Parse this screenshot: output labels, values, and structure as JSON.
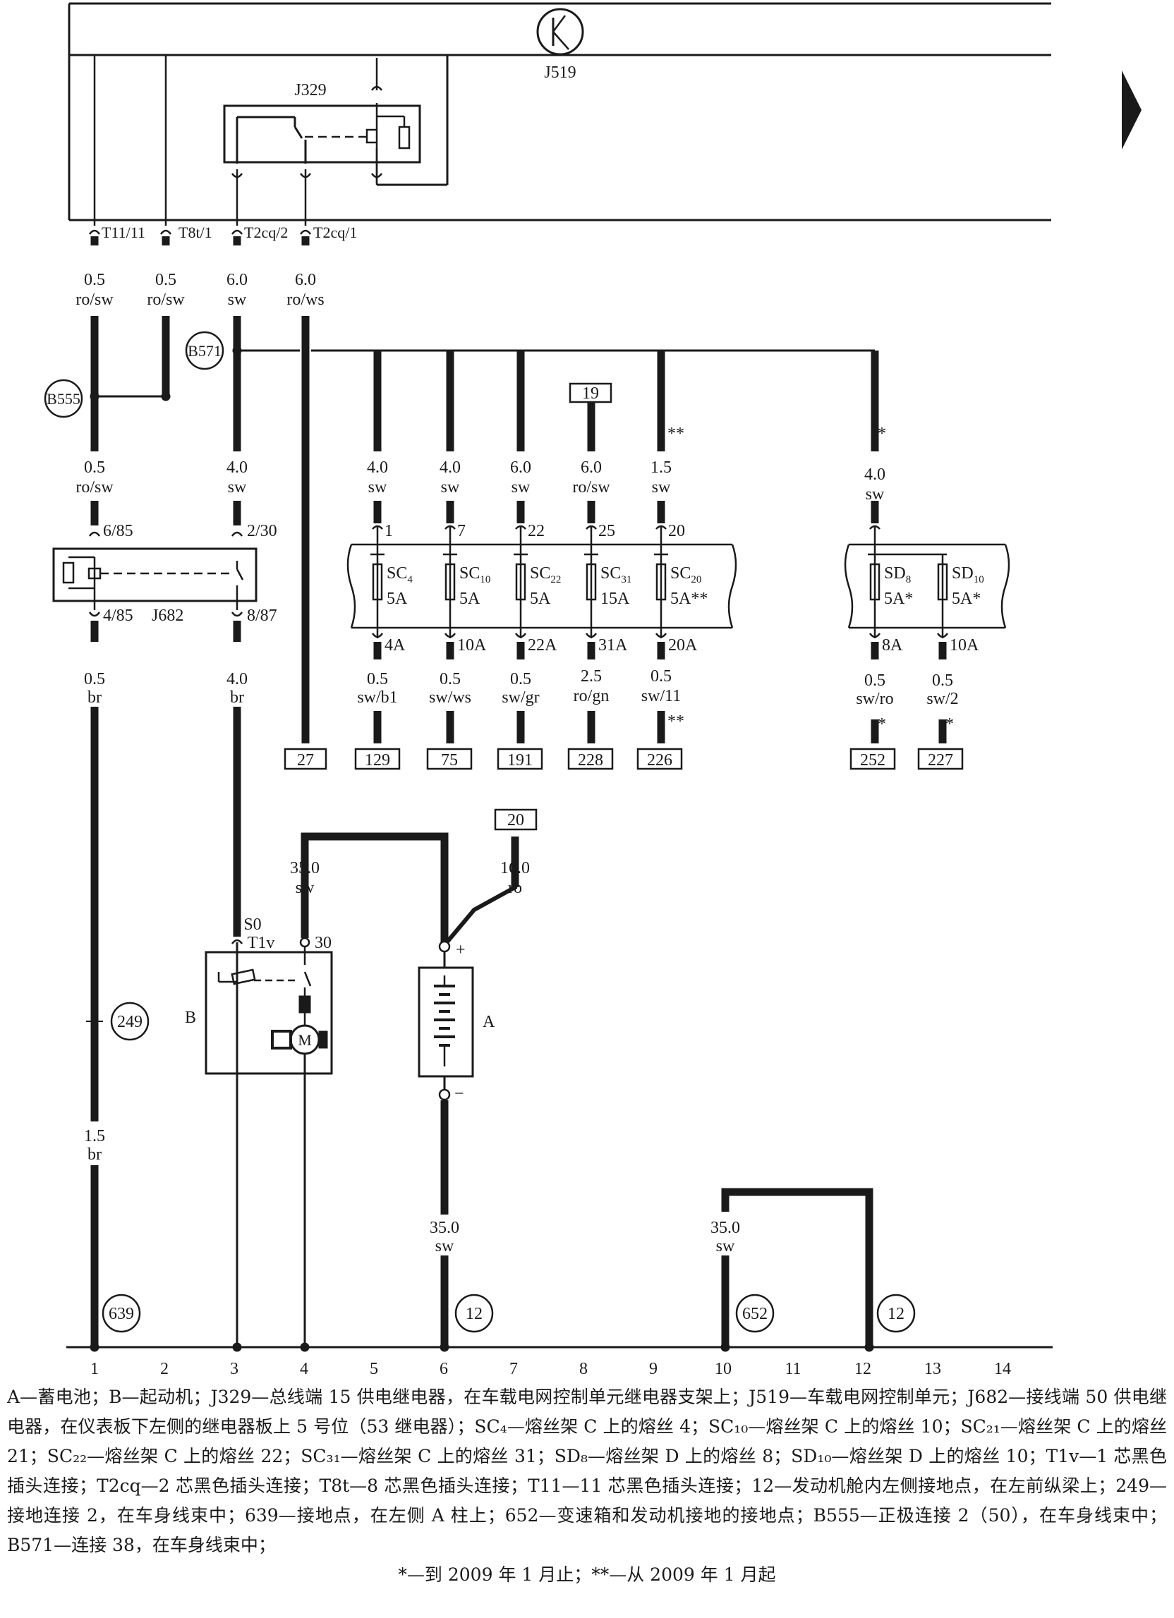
{
  "components": {
    "J519": "J519",
    "J329": "J329",
    "J682": "J682",
    "B": "B",
    "A": "A",
    "M": "M",
    "B571": "B571",
    "B555": "B555"
  },
  "pins": {
    "T11_11": "T11/11",
    "T8t_1": "T8t/1",
    "T2cq_2": "T2cq/2",
    "T2cq_1": "T2cq/1",
    "j682_6_85": "6/85",
    "j682_2_30": "2/30",
    "j682_4_85": "4/85",
    "j682_8_87": "8/87",
    "s0": "S0",
    "t1v": "T1v",
    "b30": "30",
    "plus": "+",
    "minus": "−"
  },
  "wires": {
    "w1": {
      "size": "0.5",
      "color": "ro/sw"
    },
    "w2": {
      "size": "0.5",
      "color": "ro/sw"
    },
    "w3": {
      "size": "6.0",
      "color": "sw"
    },
    "w4": {
      "size": "6.0",
      "color": "ro/ws"
    },
    "w5": {
      "size": "0.5",
      "color": "ro/sw"
    },
    "w6": {
      "size": "4.0",
      "color": "sw"
    },
    "w7": {
      "size": "4.0",
      "color": "sw"
    },
    "w8": {
      "size": "4.0",
      "color": "sw"
    },
    "w9": {
      "size": "6.0",
      "color": "sw"
    },
    "w10": {
      "size": "6.0",
      "color": "ro/sw"
    },
    "w11": {
      "size": "1.5",
      "color": "sw"
    },
    "w12": {
      "size": "4.0",
      "color": "sw"
    },
    "w13": {
      "size": "0.5",
      "color": "br"
    },
    "w14": {
      "size": "4.0",
      "color": "br"
    },
    "w15": {
      "size": "0.5",
      "color": "sw/b1"
    },
    "w16": {
      "size": "0.5",
      "color": "sw/ws"
    },
    "w17": {
      "size": "0.5",
      "color": "sw/gr"
    },
    "w18": {
      "size": "2.5",
      "color": "ro/gn"
    },
    "w19": {
      "size": "0.5",
      "color": "sw/11"
    },
    "w20": {
      "size": "0.5",
      "color": "sw/ro"
    },
    "w21": {
      "size": "0.5",
      "color": "sw/2"
    },
    "w22": {
      "size": "35.0",
      "color": "sw"
    },
    "w23": {
      "size": "16.0",
      "color": "ro"
    },
    "w24": {
      "size": "1.5",
      "color": "br"
    },
    "w25": {
      "size": "35.0",
      "color": "sw"
    },
    "w26": {
      "size": "35.0",
      "color": "sw"
    }
  },
  "fuses": {
    "sc4": {
      "name": "SC",
      "sub": "4",
      "rating": "5A",
      "in": "1",
      "out": "4A"
    },
    "sc10": {
      "name": "SC",
      "sub": "10",
      "rating": "5A",
      "in": "7",
      "out": "10A"
    },
    "sc22": {
      "name": "SC",
      "sub": "22",
      "rating": "5A",
      "in": "22",
      "out": "22A"
    },
    "sc31": {
      "name": "SC",
      "sub": "31",
      "rating": "15A",
      "in": "25",
      "out": "31A"
    },
    "sc20": {
      "name": "SC",
      "sub": "20",
      "rating": "5A**",
      "in": "20",
      "out": "20A"
    },
    "sd8": {
      "name": "SD",
      "sub": "8",
      "rating": "5A*",
      "in": "",
      "out": "8A"
    },
    "sd10": {
      "name": "SD",
      "sub": "10",
      "rating": "5A*",
      "in": "",
      "out": "10A"
    }
  },
  "refs": {
    "r19": "19",
    "r27": "27",
    "r129": "129",
    "r75": "75",
    "r191": "191",
    "r228": "228",
    "r226": "226",
    "r252": "252",
    "r227": "227",
    "r20": "20"
  },
  "grounds": {
    "g249": "249",
    "g639": "639",
    "g12a": "12",
    "g652": "652",
    "g12b": "12"
  },
  "marks": {
    "dstar": "**",
    "star": "*"
  },
  "bottom_numbers": [
    "1",
    "2",
    "3",
    "4",
    "5",
    "6",
    "7",
    "8",
    "9",
    "10",
    "11",
    "12",
    "13",
    "14"
  ],
  "caption": {
    "text": "A—蓄电池；B—起动机；J329—总线端 15 供电继电器，在车载电网控制单元继电器支架上；J519—车载电网控制单元；J682—接线端 50 供电继电器，在仪表板下左侧的继电器板上 5 号位（53 继电器）；SC₄—熔丝架 C 上的熔丝 4；SC₁₀—熔丝架 C 上的熔丝 10；SC₂₁—熔丝架 C 上的熔丝 21；SC₂₂—熔丝架 C 上的熔丝 22；SC₃₁—熔丝架 C 上的熔丝 31；SD₈—熔丝架 D 上的熔丝 8；SD₁₀—熔丝架 D 上的熔丝 10；T1v—1 芯黑色插头连接；T2cq—2 芯黑色插头连接；T8t—8 芯黑色插头连接；T11—11 芯黑色插头连接；12—发动机舱内左侧接地点，在左前纵梁上；249—接地连接 2，在车身线束中；639—接地点，在左侧 A 柱上；652—变速箱和发动机接地的接地点；B555—正极连接 2（50），在车身线束中；B571—连接 38，在车身线束中；",
    "note": "*—到 2009 年 1 月止；**—从 2009 年 1 月起"
  }
}
